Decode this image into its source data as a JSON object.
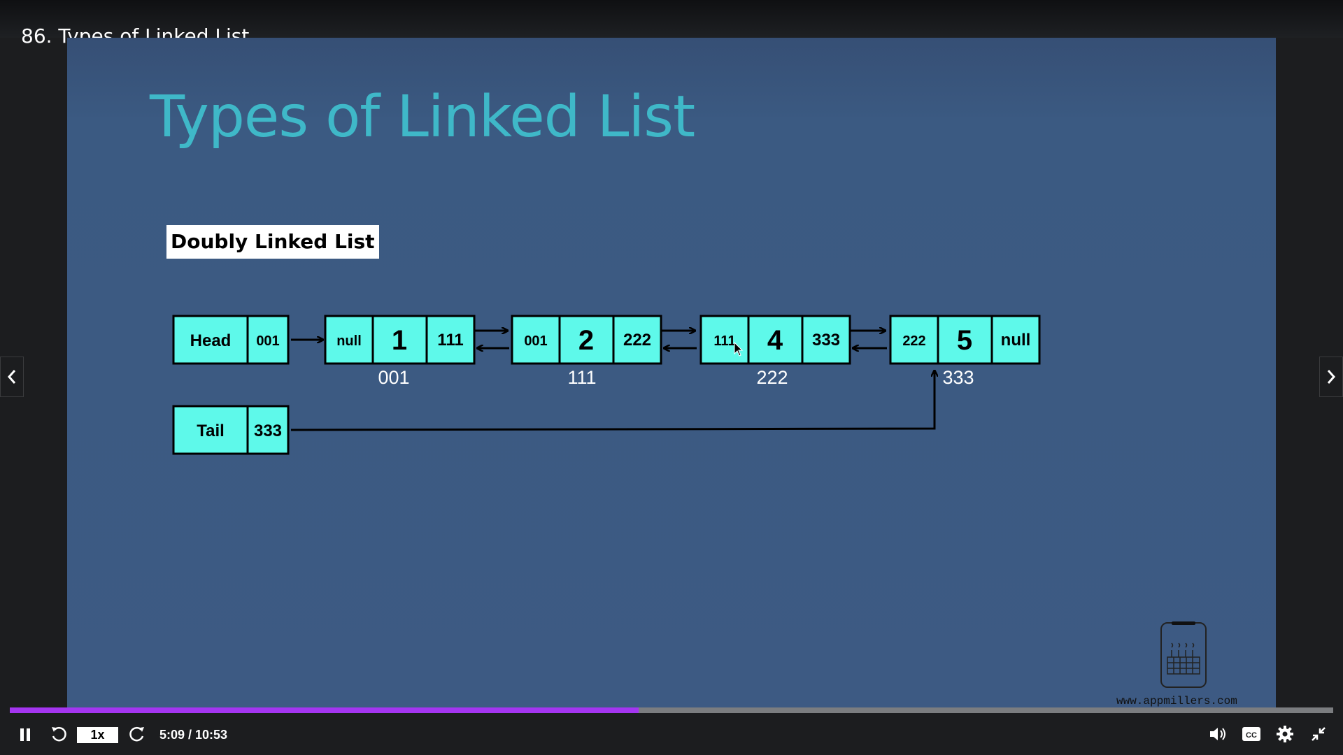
{
  "player": {
    "video_title": "86. Types of Linked List",
    "speed": "1x",
    "time_display": "5:09 / 10:53",
    "progress_fraction": 0.475,
    "accent_color": "#a435f0"
  },
  "slide": {
    "title": "Types of Linked List",
    "section_label": "Doubly Linked List",
    "head": {
      "label": "Head",
      "pointer": "001"
    },
    "tail": {
      "label": "Tail",
      "pointer": "333"
    },
    "nodes": [
      {
        "prev": "null",
        "value": "1",
        "next": "111",
        "address": "001"
      },
      {
        "prev": "001",
        "value": "2",
        "next": "222",
        "address": "111"
      },
      {
        "prev": "111",
        "value": "4",
        "next": "333",
        "address": "222"
      },
      {
        "prev": "222",
        "value": "5",
        "next": "null",
        "address": "333"
      }
    ],
    "watermark": "www.appmillers.com",
    "cell_color": "#5ef9ea"
  },
  "icons": {
    "pause": "pause-icon",
    "rewind": "rewind-icon",
    "forward": "forward-icon",
    "volume": "volume-icon",
    "captions": "captions-icon",
    "settings": "gear-icon",
    "exit_fullscreen": "exit-fullscreen-icon",
    "prev": "chevron-left-icon",
    "next": "chevron-right-icon"
  }
}
